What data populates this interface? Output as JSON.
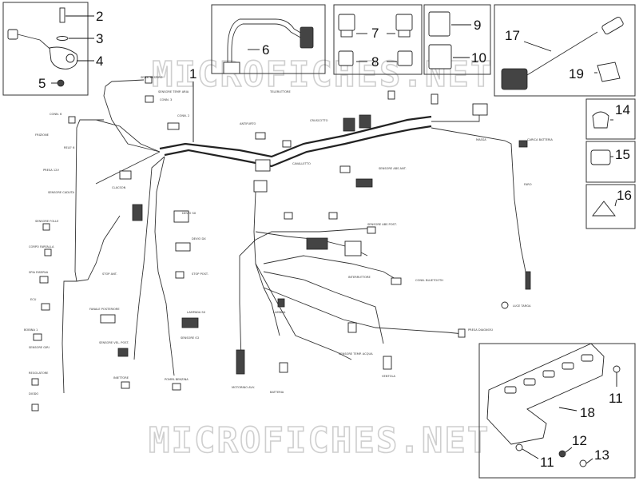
{
  "watermark": "MICROFICHES.NET",
  "callouts": {
    "c1": "1",
    "c2": "2",
    "c3": "3",
    "c4": "4",
    "c5": "5",
    "c6": "6",
    "c7": "7",
    "c8": "8",
    "c9": "9",
    "c10": "10",
    "c11a": "11",
    "c11b": "11",
    "c12": "12",
    "c13": "13",
    "c14": "14",
    "c15": "15",
    "c16": "16",
    "c17": "17",
    "c18": "18",
    "c19": "19"
  },
  "connector_labels": [
    "SENS. RESPIRO",
    "SENSORE TEMP. ARIA",
    "CONN. 3",
    "CONN. 2",
    "CONN. 6",
    "FRIZIONE",
    "RELE' 6",
    "PRESA 12V",
    "SENSORE CADUTA",
    "SENSORE FOLLE",
    "CORPO FARFALLA",
    "SPIA RISERVA",
    "ECU",
    "BOBINA 1",
    "SENSORE GIRI",
    "REGOLATORE",
    "DIODO",
    "CLACSON",
    "DEVIO SX",
    "DEVIO DX",
    "STOP ANT.",
    "STOP POST.",
    "FANALE POSTERIORE",
    "LAMPADA SX",
    "SENSORE VEL. POST.",
    "SENSORE O2",
    "INIETTORE",
    "POMPA BENZINA",
    "MOTORINO AVV.",
    "BATTERIA",
    "TELERUTTORE",
    "CRUSCOTTO",
    "ANTIFURTO",
    "CAVALLETTO",
    "SENSORE ABS ANT.",
    "SENSORE ABS POST.",
    "CONN. BLUETOOTH",
    "PRESA DIAGNOSI",
    "SENSORE TEMP. ACQUA",
    "LAMBDA",
    "VENTOLA",
    "INTERRUTTORE",
    "MASSA",
    "CARICA BATTERIA",
    "FARO",
    "LUCE TARGA"
  ]
}
